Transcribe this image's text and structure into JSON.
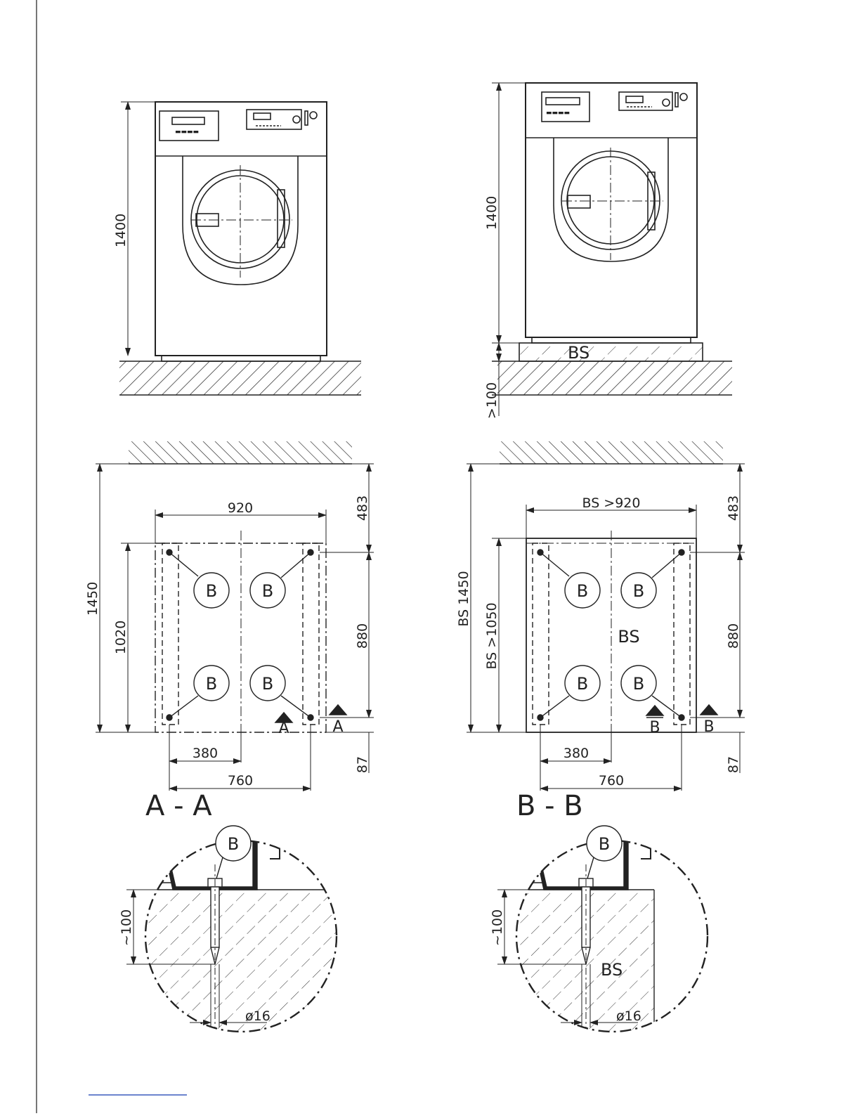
{
  "diagram": {
    "front_plain": {
      "height_label": "1400"
    },
    "front_base": {
      "height_label": "1400",
      "base_label": "BS",
      "base_height_label": ">100"
    },
    "plan_plain": {
      "width_label": "920",
      "depth_label": "1450",
      "inner_depth_label": "1020",
      "rear_clearance_label": "483",
      "anchor_spacing_label": "880",
      "front_offset_label": "87",
      "half_spacing_label": "380",
      "anchor_width_label": "760",
      "anchor_callout": "B",
      "section_marker": "A"
    },
    "plan_base": {
      "width_label": "BS  >920",
      "depth_label": "BS  1450",
      "inner_depth_label": "BS  >1050",
      "base_label": "BS",
      "rear_clearance_label": "483",
      "anchor_spacing_label": "880",
      "front_offset_label": "87",
      "half_spacing_label": "380",
      "anchor_width_label": "760",
      "anchor_callout": "B",
      "section_marker": "B"
    },
    "section_a": {
      "title": "A - A",
      "callout": "B",
      "depth_label": "~100",
      "diameter_label": "ø16"
    },
    "section_b": {
      "title": "B - B",
      "callout": "B",
      "depth_label": "~100",
      "diameter_label": "ø16",
      "base_label": "BS"
    }
  }
}
